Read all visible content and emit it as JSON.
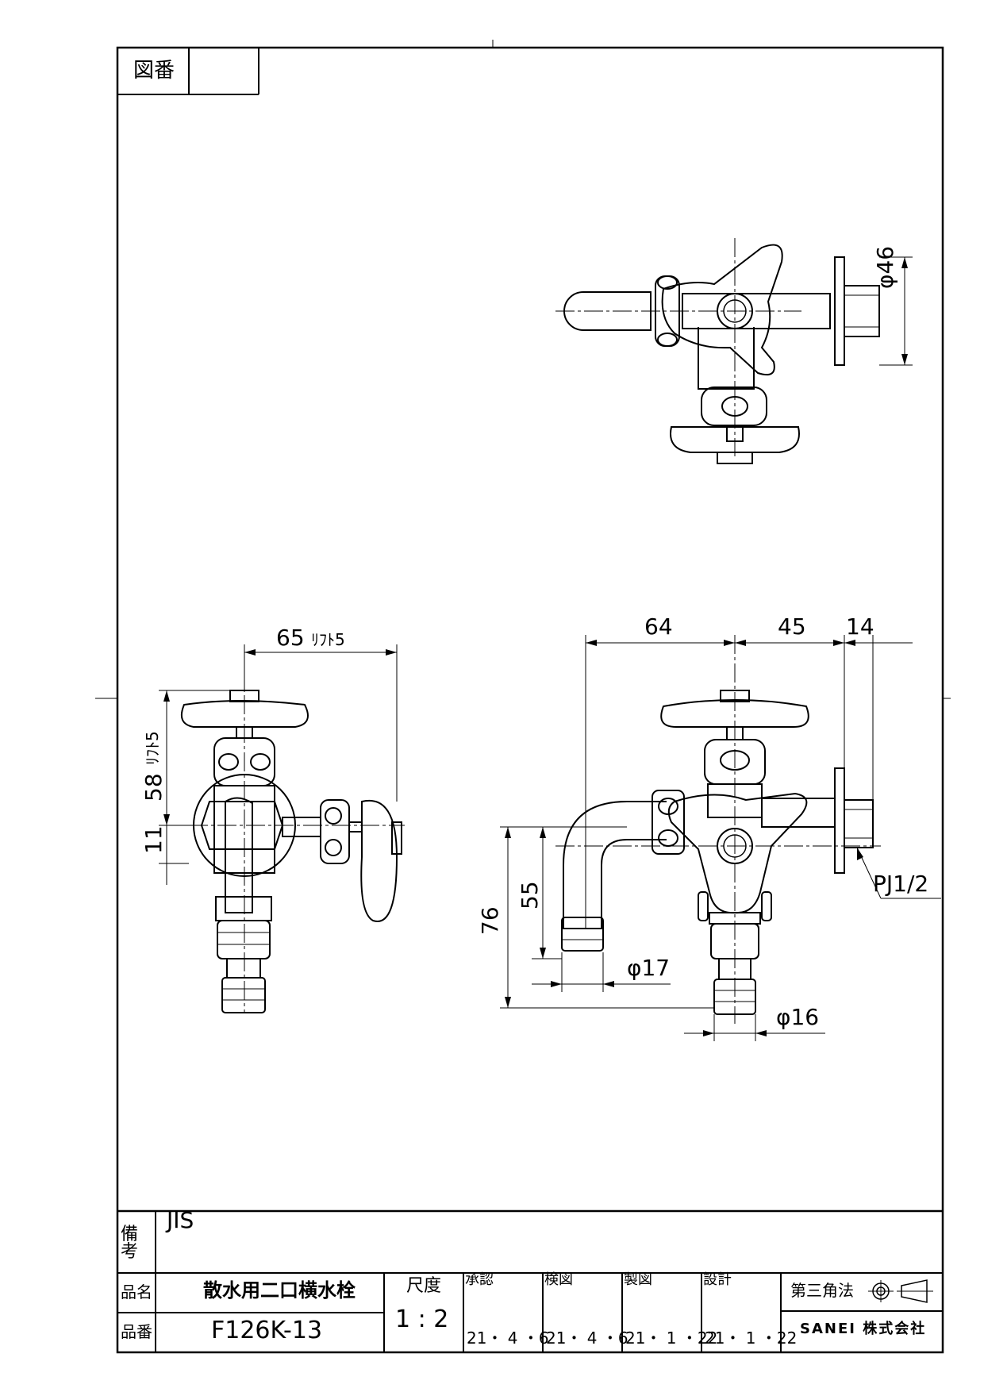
{
  "header": {
    "drawing_no_label": "図番",
    "drawing_no_value": ""
  },
  "dimensions": {
    "top_view": {
      "diameter": "φ46"
    },
    "side_view": {
      "width": "65",
      "width_lift": "ﾘﾌﾄ5",
      "height": "58",
      "height_lift": "ﾘﾌﾄ5",
      "offset": "11"
    },
    "front_view": {
      "d1": "64",
      "d2": "45",
      "d3": "14",
      "height_total": "76",
      "height_spout": "55",
      "spout_dia": "φ17",
      "outlet_dia": "φ16",
      "thread": "PJ1/2"
    }
  },
  "title_block": {
    "remarks_label": "備考",
    "remarks_value": "JIS",
    "name_label": "品名",
    "name_value": "散水用二口横水栓",
    "part_label": "品番",
    "part_value": "F126K-13",
    "scale_label": "尺度",
    "scale_value": "1 : 2",
    "approved_label": "承認",
    "approved_date": "21・ 4 ・6",
    "checked_label": "検図",
    "checked_date": "21・ 4 ・6",
    "drawn_label": "製図",
    "drawn_date": "21・ 1 ・22",
    "design_label": "設計",
    "design_date": "21・ 1 ・22",
    "projection_label": "第三角法",
    "company": "SANEI 株式会社"
  }
}
